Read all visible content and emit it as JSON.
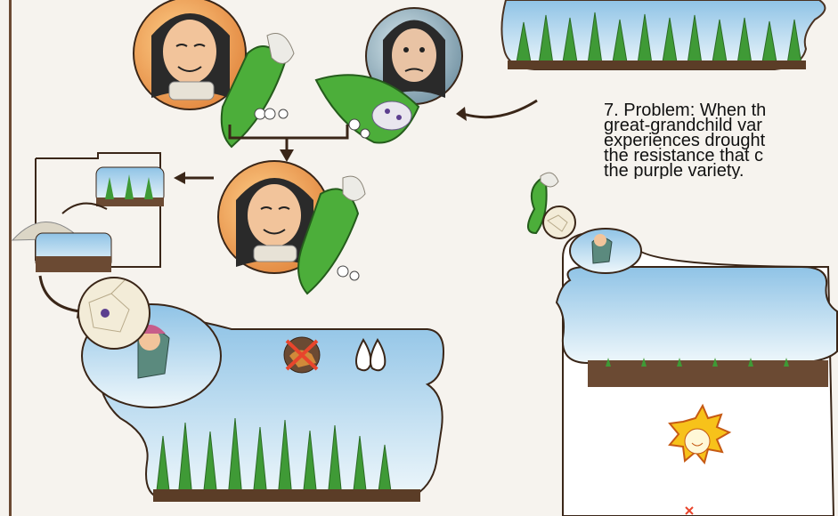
{
  "caption": {
    "line1": "7. Problem: When th",
    "line2": "great-grandchild var",
    "line3": "experiences drought",
    "line4": "the resistance that c",
    "line5": "the purple variety."
  },
  "icons": {
    "no_animal": "crossed-out-animal-icon",
    "rain": "raindrops-icon",
    "sun": "sun-burst-icon"
  },
  "colors": {
    "sky": "#bfe0f2",
    "soil": "#6b4a33",
    "leaf": "#3f9a36",
    "cross": "#e8452c",
    "sun": "#f7c21a"
  }
}
